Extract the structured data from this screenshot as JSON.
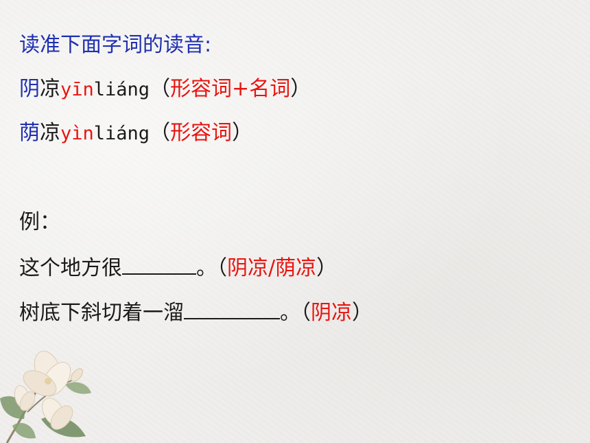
{
  "heading": "读准下面字词的读音:",
  "entry1": {
    "char1": "阴",
    "char2": "凉",
    "pinyin_a": "yīn",
    "pinyin_b": "liáng",
    "open_paren": "（",
    "pos": "形容词+名词",
    "close_paren": "）"
  },
  "entry2": {
    "char1": "荫",
    "char2": "凉",
    "pinyin_a": "yìn",
    "pinyin_b": "liáng",
    "open_paren": "（",
    "pos": "形容词",
    "close_paren": "）"
  },
  "example_label": "例：",
  "sentence1": {
    "text": "这个地方很",
    "end": "。",
    "open_paren": "（",
    "answer": "阴凉/荫凉",
    "close_paren": "）"
  },
  "sentence2": {
    "text": "树底下斜切着一溜",
    "end": "。",
    "open_paren": "（",
    "answer": "阴凉",
    "close_paren": "）"
  },
  "colors": {
    "blue": "#1f2fb0",
    "red": "#e8140f",
    "text": "#1a1a1a"
  },
  "decoration": "magnolia-flower-illustration"
}
